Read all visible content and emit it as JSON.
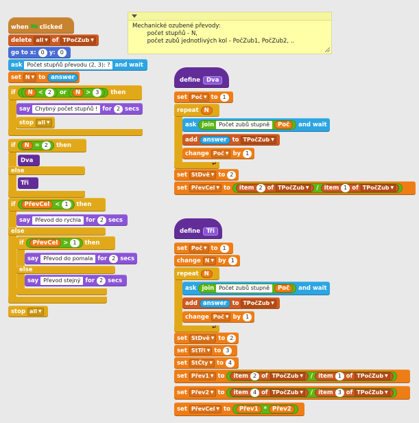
{
  "note": {
    "text": "Mechanické ozubené převody:\n        počet stupňů - N,\n        počet zubů jednotlivých kol - PočZub1, PočZub2, .."
  },
  "script_main": {
    "when": "when",
    "clicked": "clicked",
    "delete": "delete",
    "delete_item": "all",
    "of": "of",
    "list_tpoczub": "TPočZub",
    "goto": "go to x:",
    "goto_x": "0",
    "goto_y_label": "y:",
    "goto_y": "0",
    "ask": "ask",
    "ask_text": "Počet stupňů převodu (2, 3): ?",
    "and_wait": "and wait",
    "set": "set",
    "var_n": "N",
    "to": "to",
    "answer": "answer",
    "if": "if",
    "then": "then",
    "lt": "<",
    "gt": ">",
    "eq": "=",
    "or": "or",
    "val_2": "2",
    "val_3": "3",
    "say": "say",
    "say_bad": "Chybný počet stupňů !",
    "for": "for",
    "secs_val": "2",
    "secs": "secs",
    "stop": "stop",
    "stop_opt": "all",
    "dva": "Dva",
    "else": "else",
    "tri": "Tři",
    "prevcel": "PřevCel",
    "val_1": "1",
    "say_rychla": "Převod do rychla",
    "say_pomala": "Převod do pomala",
    "say_stejny": "Převod stejný"
  },
  "script_dva": {
    "define": "define",
    "name": "Dva",
    "set": "set",
    "poc": "Poč",
    "to": "to",
    "val_1": "1",
    "repeat": "repeat",
    "n": "N",
    "ask": "ask",
    "join": "join",
    "join_text": "Počet zubů stupně",
    "and_wait": "and wait",
    "add": "add",
    "answer": "answer",
    "list": "TPočZub",
    "change": "change",
    "by": "by",
    "stdve": "StDvě",
    "val_2": "2",
    "prevcel": "PřevCel",
    "item": "item",
    "of": "of",
    "div": "/"
  },
  "script_tri": {
    "define": "define",
    "name": "Tři",
    "set": "set",
    "poc": "Poč",
    "to": "to",
    "val_1": "1",
    "change": "change",
    "n": "N",
    "by": "by",
    "repeat": "repeat",
    "ask": "ask",
    "join": "join",
    "join_text": "Počet zubů stupně",
    "and_wait": "and wait",
    "add": "add",
    "answer": "answer",
    "list": "TPočZub",
    "stdve": "StDvě",
    "sttri": "StTři",
    "stctyri": "StČty",
    "val_2": "2",
    "val_3": "3",
    "val_4": "4",
    "prev1": "Přev1",
    "prev2": "Přev2",
    "prevcel": "PřevCel",
    "item": "item",
    "of": "of",
    "div": "/",
    "mul": "*"
  },
  "colors": {
    "control": "#e1a91a",
    "events": "#c88330",
    "variables": "#ee7d16",
    "lists": "#cc5b22",
    "sensing": "#2ca5e2",
    "motion": "#4a6cd4",
    "looks": "#8a55d7",
    "operators": "#5cb712",
    "more_blocks": "#632d99",
    "note_bg": "#ffffa8"
  }
}
